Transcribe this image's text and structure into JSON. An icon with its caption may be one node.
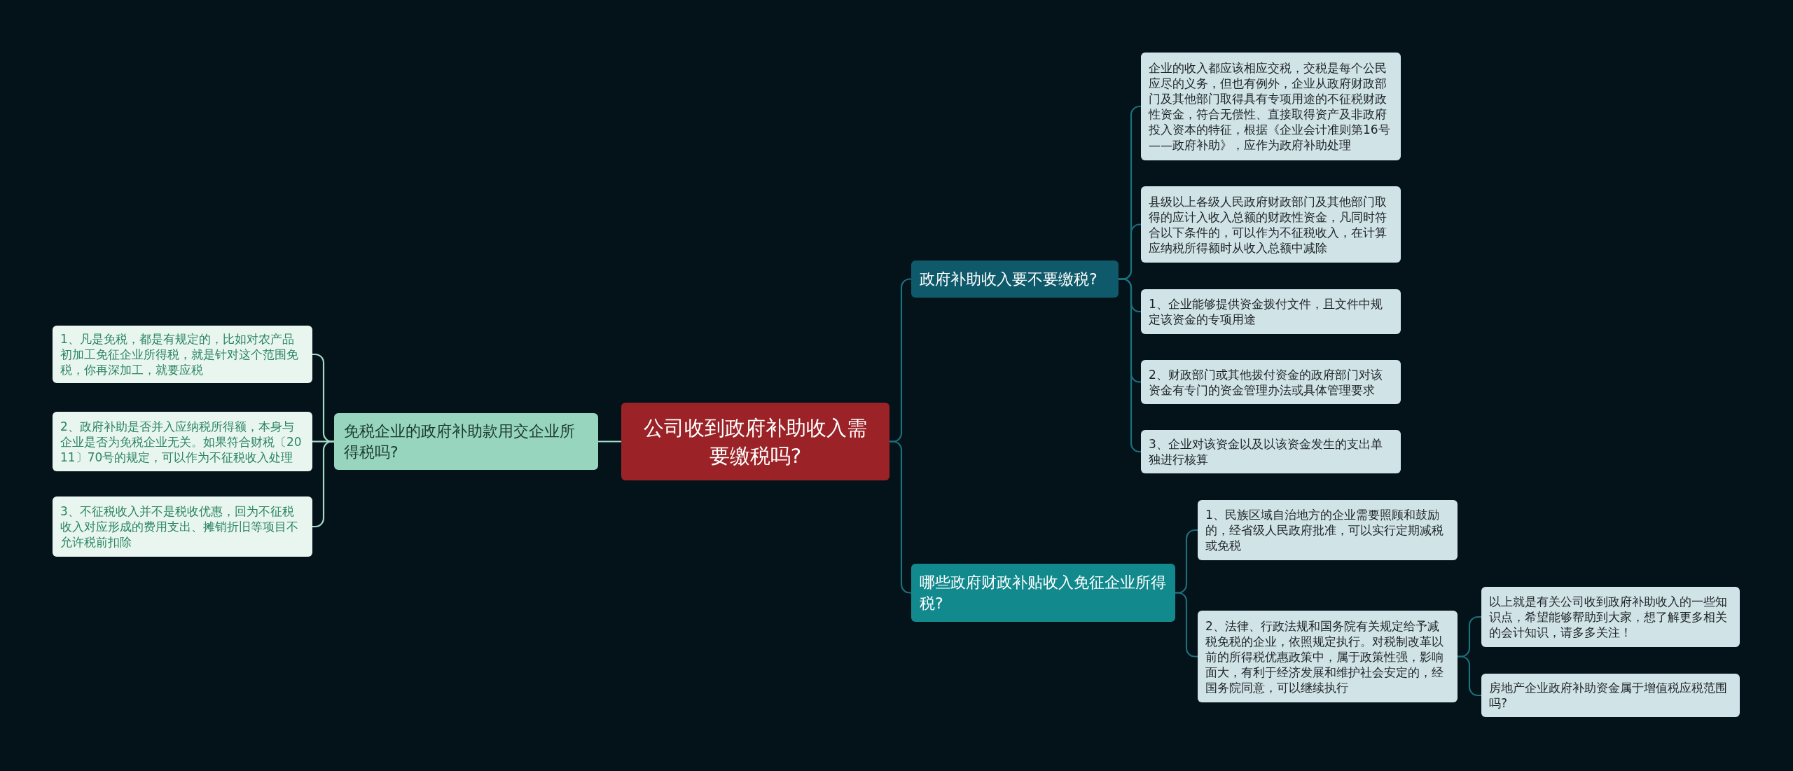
{
  "diagram": {
    "nodes": [
      {
        "text": [
          "公司收到政府补助收入需要缴税吗?"
        ]
      },
      {
        "text": [
          "免税企业的政府补助款用交企业所得税吗?"
        ]
      },
      {
        "text": [
          "1、凡是免税，都是有规定的，比如对农产品初加工免征企业所得税，就是针对这个范围免税，你再深加工，就要应税"
        ]
      },
      {
        "text": [
          "2、政府补助是否并入应纳税所得额，本身与企业是否为免税企业无关。如果符合财税〔2011〕70号的规定，可以作为不征税收入处理"
        ]
      },
      {
        "text": [
          "3、不征税收入并不是税收优惠，回为不征税收入对应形成的费用支出、摊销折旧等项目不允许税前扣除"
        ]
      },
      {
        "text": [
          "政府补助收入要不要缴税?"
        ]
      },
      {
        "text": [
          "企业的收入都应该相应交税，交税是每个公民应尽的义务，但也有例外，企业从政府财政部门及其他部门取得具有专项用途的不征税财政性资金，符合无偿性、直接取得资产及非政府投入资本的特征，根据《企业会计准则第16号——政府补助》，应作为政府补助处理"
        ]
      },
      {
        "text": [
          "县级以上各级人民政府财政部门及其他部门取得的应计入收入总额的财政性资金，凡同时符合以下条件的，可以作为不征税收入，在计算应纳税所得额时从收入总额中减除"
        ]
      },
      {
        "text": [
          "1、企业能够提供资金拨付文件，且文件中规定该资金的专项用途"
        ]
      },
      {
        "text": [
          "2、财政部门或其他拨付资金的政府部门对该资金有专门的资金管理办法或具体管理要求"
        ]
      },
      {
        "text": [
          "3、企业对该资金以及以该资金发生的支出单独进行核算"
        ]
      },
      {
        "text": [
          "哪些政府财政补贴收入免征企业所得税?"
        ]
      },
      {
        "text": [
          "1、民族区域自治地方的企业需要照顾和鼓励的，经省级人民政府批准，可以实行定期减税或免税"
        ]
      },
      {
        "text": [
          "2、法律、行政法规和国务院有关规定给予减税免税的企业，依照规定执行。对税制改革以前的所得税优惠政策中，属于政策性强，影响面大，有利于经济发展和维护社会安定的，经国务院同意，可以继续执行"
        ]
      },
      {
        "text": [
          "以上就是有关公司收到政府补助收入的一些知识点，希望能够帮助到大家，想了解更多相关的会计知识，请多多关注！"
        ]
      },
      {
        "text": [
          "房地产企业政府补助资金属于增值税应税范围吗?"
        ]
      }
    ],
    "edges": [
      {
        "from": 0,
        "to": 1,
        "arrow": "none",
        "color": "#a3dbc7"
      },
      {
        "from": 1,
        "to": 2,
        "arrow": "none",
        "color": "#a3dbc7"
      },
      {
        "from": 1,
        "to": 3,
        "arrow": "none",
        "color": "#a3dbc7"
      },
      {
        "from": 1,
        "to": 4,
        "arrow": "none",
        "color": "#a3dbc7"
      },
      {
        "from": 0,
        "to": 5,
        "arrow": "none"
      },
      {
        "from": 5,
        "to": 6,
        "arrow": "none"
      },
      {
        "from": 5,
        "to": 7,
        "arrow": "none"
      },
      {
        "from": 5,
        "to": 8,
        "arrow": "none"
      },
      {
        "from": 5,
        "to": 9,
        "arrow": "none"
      },
      {
        "from": 5,
        "to": 10,
        "arrow": "none"
      },
      {
        "from": 0,
        "to": 11,
        "arrow": "none"
      },
      {
        "from": 11,
        "to": 12,
        "arrow": "none"
      },
      {
        "from": 11,
        "to": 13,
        "arrow": "none"
      },
      {
        "from": 13,
        "to": 14,
        "arrow": "none"
      },
      {
        "from": 13,
        "to": 15,
        "arrow": "none"
      }
    ]
  }
}
